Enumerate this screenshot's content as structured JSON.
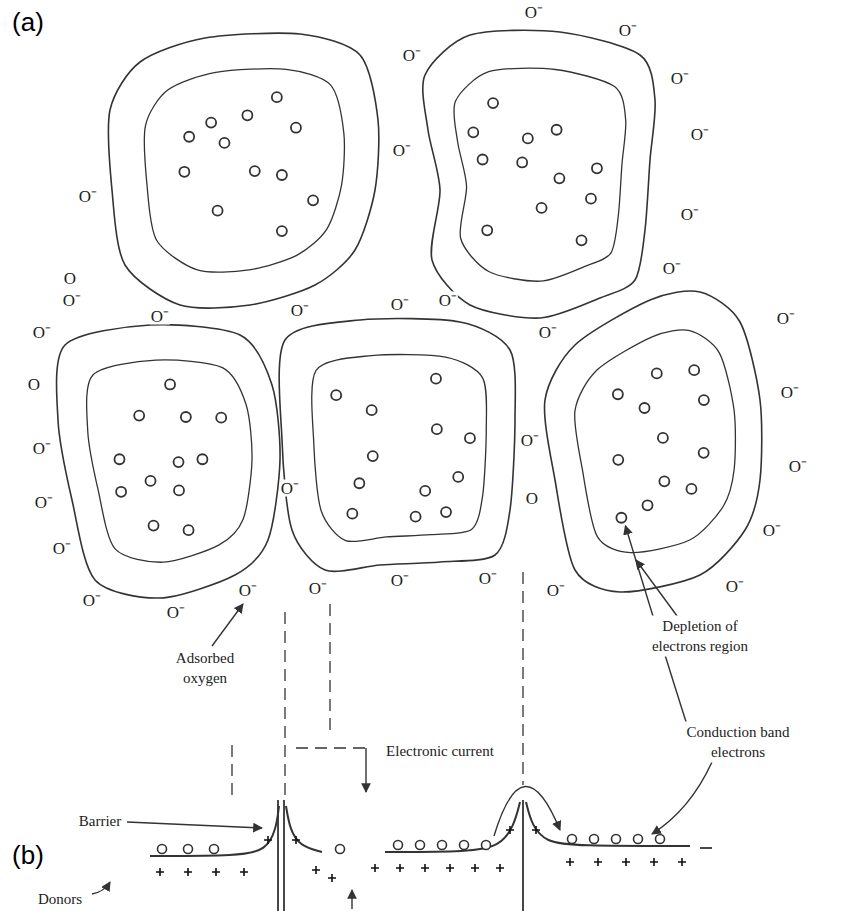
{
  "diagram": {
    "labels": [
      "(a)",
      "(b)",
      "Adsorbed oxygen",
      "Depletion of electrons region",
      "Conduction band electrons",
      "Electronic current",
      "Barrier",
      "Donors",
      "O⁻",
      "O⁻",
      "O⁻",
      "O⁻",
      "O⁻",
      "O⁻",
      "O⁻",
      "O⁻",
      "O⁻",
      "O⁻",
      "O⁻",
      "O⁻",
      "O⁻",
      "O⁻",
      "O",
      "O⁻",
      "O⁻",
      "O",
      "O⁻",
      "O⁻",
      "O⁻",
      "O⁻",
      "O⁻",
      "O⁻",
      "O⁻",
      "O⁻",
      "O⁻",
      "O⁻",
      "O",
      "O⁻",
      "O⁻",
      "O⁻",
      "O⁻",
      "O⁻",
      "O⁻",
      "O⁻"
    ]
  }
}
